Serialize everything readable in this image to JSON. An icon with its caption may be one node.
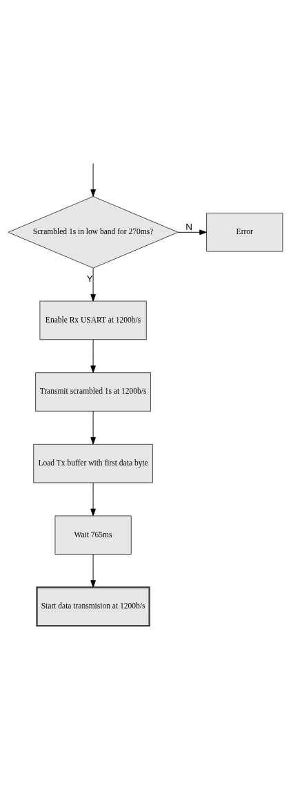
{
  "diagram": {
    "nodes": [
      {
        "text": [
          "Scrambled 1s in low band for 270ms?"
        ]
      },
      {
        "text": [
          "Error"
        ]
      },
      {
        "text": [
          "Enable Rx USART at 1200b/s"
        ]
      },
      {
        "text": [
          "Transmit scrambled 1s at 1200b/s"
        ]
      },
      {
        "text": [
          "Load Tx buffer with first data byte"
        ]
      },
      {
        "text": [
          "Wait 765ms"
        ]
      },
      {
        "text": [
          "Start data transmision at 1200b/s"
        ]
      }
    ],
    "edges": [
      {
        "from": null,
        "to": 0,
        "arrow": "to"
      },
      {
        "from": 0,
        "to": 1,
        "arrow": "to",
        "label": "N"
      },
      {
        "from": 0,
        "to": 2,
        "arrow": "to",
        "label": "Y"
      },
      {
        "from": 2,
        "to": 3,
        "arrow": "to"
      },
      {
        "from": 3,
        "to": 4,
        "arrow": "to"
      },
      {
        "from": 4,
        "to": 5,
        "arrow": "to"
      },
      {
        "from": 5,
        "to": 6,
        "arrow": "to"
      }
    ]
  }
}
